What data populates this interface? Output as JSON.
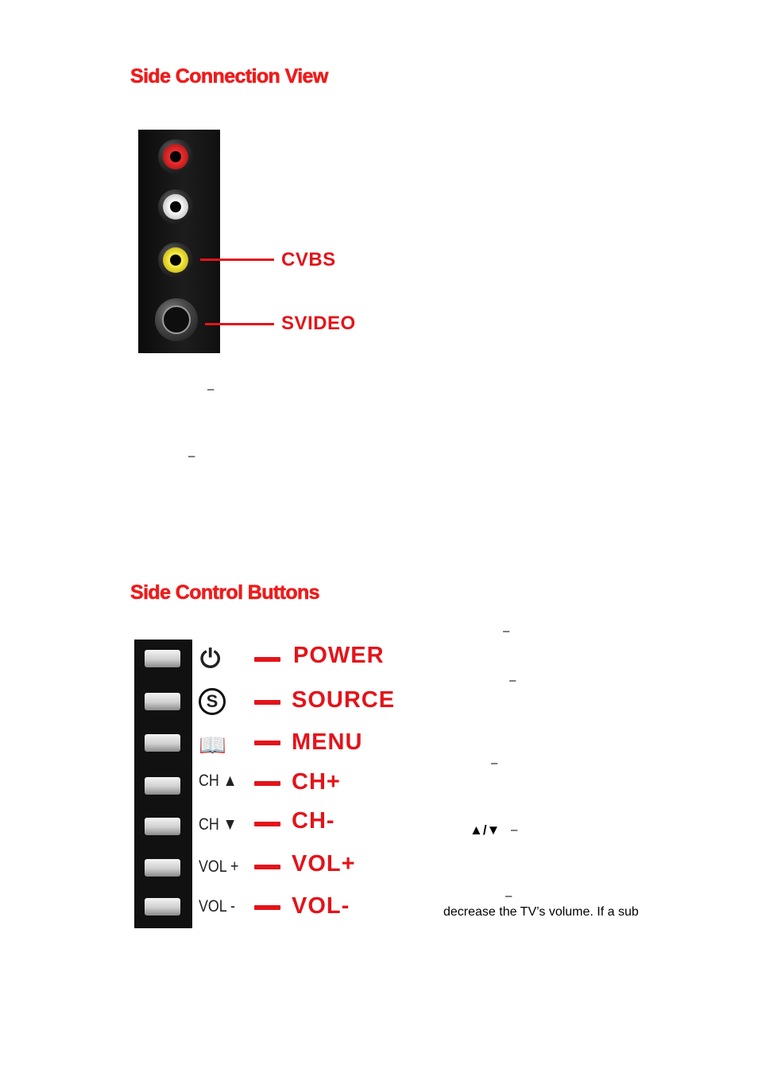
{
  "headings": {
    "side_connection": "Side Connection View",
    "side_control": "Side Control Buttons"
  },
  "connection_panel": {
    "callouts": [
      "CVBS",
      "SVIDEO"
    ],
    "jack_colors": [
      "#d81e1e",
      "#e6e6e6",
      "#f2e20c"
    ]
  },
  "dashes": {
    "d1": "–",
    "d2": "–",
    "d3": "–",
    "d4": "–",
    "d5": "–",
    "d6": "–",
    "d7": "–"
  },
  "control_panel": {
    "icons": {
      "power_icon": "⏻",
      "source_icon": "S",
      "menu_icon": "📖",
      "ch_up_prefix": "CH ▲",
      "ch_down_prefix": "CH ▼",
      "vol_up_prefix": "VOL +",
      "vol_down_prefix": "VOL -"
    },
    "labels": {
      "power": "POWER",
      "source": "SOURCE",
      "menu": "MENU",
      "ch_up": "CH+",
      "ch_down": "CH-",
      "vol_up": "VOL+",
      "vol_down": "VOL-"
    }
  },
  "text": {
    "arrows": "▲/▼",
    "description_line": "decrease the TV’s volume.  If a sub"
  }
}
